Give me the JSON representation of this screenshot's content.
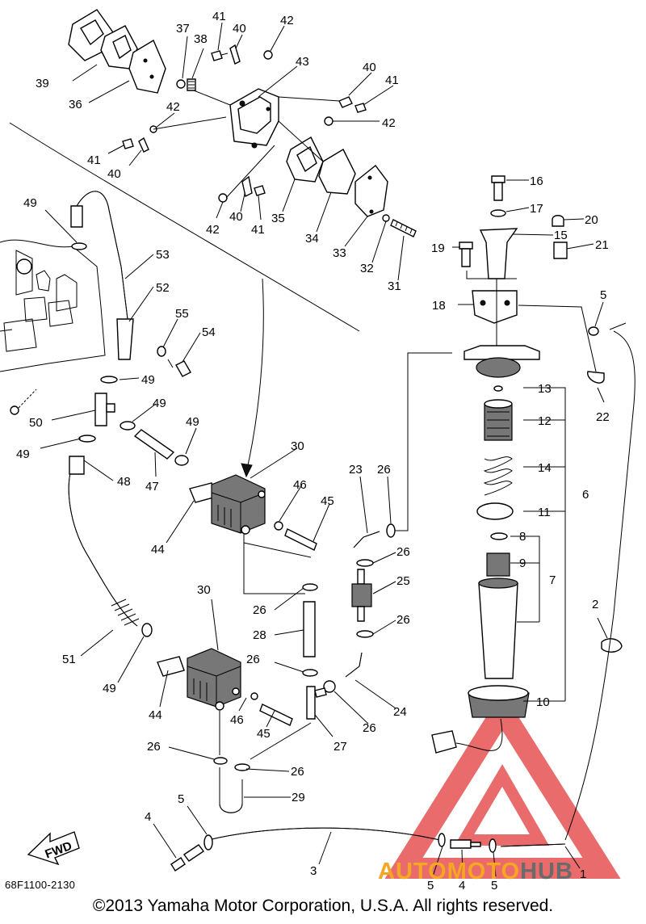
{
  "diagram": {
    "part_code": "68F1100-2130",
    "copyright": "©2013 Yamaha Motor Corporation, U.S.A. All rights reserved.",
    "fwd_label": "FWD",
    "watermark": {
      "part1": "AUTO",
      "part2": "MOTO",
      "part3": "HUB",
      "color_orange": "#f5a623",
      "color_gray": "#6b6b6b",
      "color_red": "#e23a3a"
    },
    "callouts": {
      "n1": "1",
      "n2": "2",
      "n3": "3",
      "n4a": "4",
      "n4b": "4",
      "n5a": "5",
      "n5b": "5",
      "n5c": "5",
      "n5d": "5",
      "n6": "6",
      "n7": "7",
      "n8": "8",
      "n9": "9",
      "n10": "10",
      "n11": "11",
      "n12": "12",
      "n13": "13",
      "n14": "14",
      "n15": "15",
      "n16": "16",
      "n17": "17",
      "n18": "18",
      "n19": "19",
      "n20": "20",
      "n21": "21",
      "n22": "22",
      "n23": "23",
      "n24": "24",
      "n25": "25",
      "n26a": "26",
      "n26b": "26",
      "n26c": "26",
      "n26d": "26",
      "n26e": "26",
      "n26f": "26",
      "n26g": "26",
      "n26h": "26",
      "n27": "27",
      "n28": "28",
      "n29": "29",
      "n30a": "30",
      "n30b": "30",
      "n31": "31",
      "n32": "32",
      "n33": "33",
      "n34": "34",
      "n35": "35",
      "n36": "36",
      "n37": "37",
      "n38": "38",
      "n39": "39",
      "n40a": "40",
      "n40b": "40",
      "n40c": "40",
      "n40d": "40",
      "n41a": "41",
      "n41b": "41",
      "n41c": "41",
      "n41d": "41",
      "n42a": "42",
      "n42b": "42",
      "n42c": "42",
      "n42d": "42",
      "n43": "43",
      "n44a": "44",
      "n44b": "44",
      "n45a": "45",
      "n45b": "45",
      "n46a": "46",
      "n46b": "46",
      "n47": "47",
      "n48": "48",
      "n49a": "49",
      "n49b": "49",
      "n49c": "49",
      "n49d": "49",
      "n49e": "49",
      "n49f": "49",
      "n50": "50",
      "n51": "51",
      "n52": "52",
      "n53": "53",
      "n54": "54",
      "n55": "55"
    }
  }
}
